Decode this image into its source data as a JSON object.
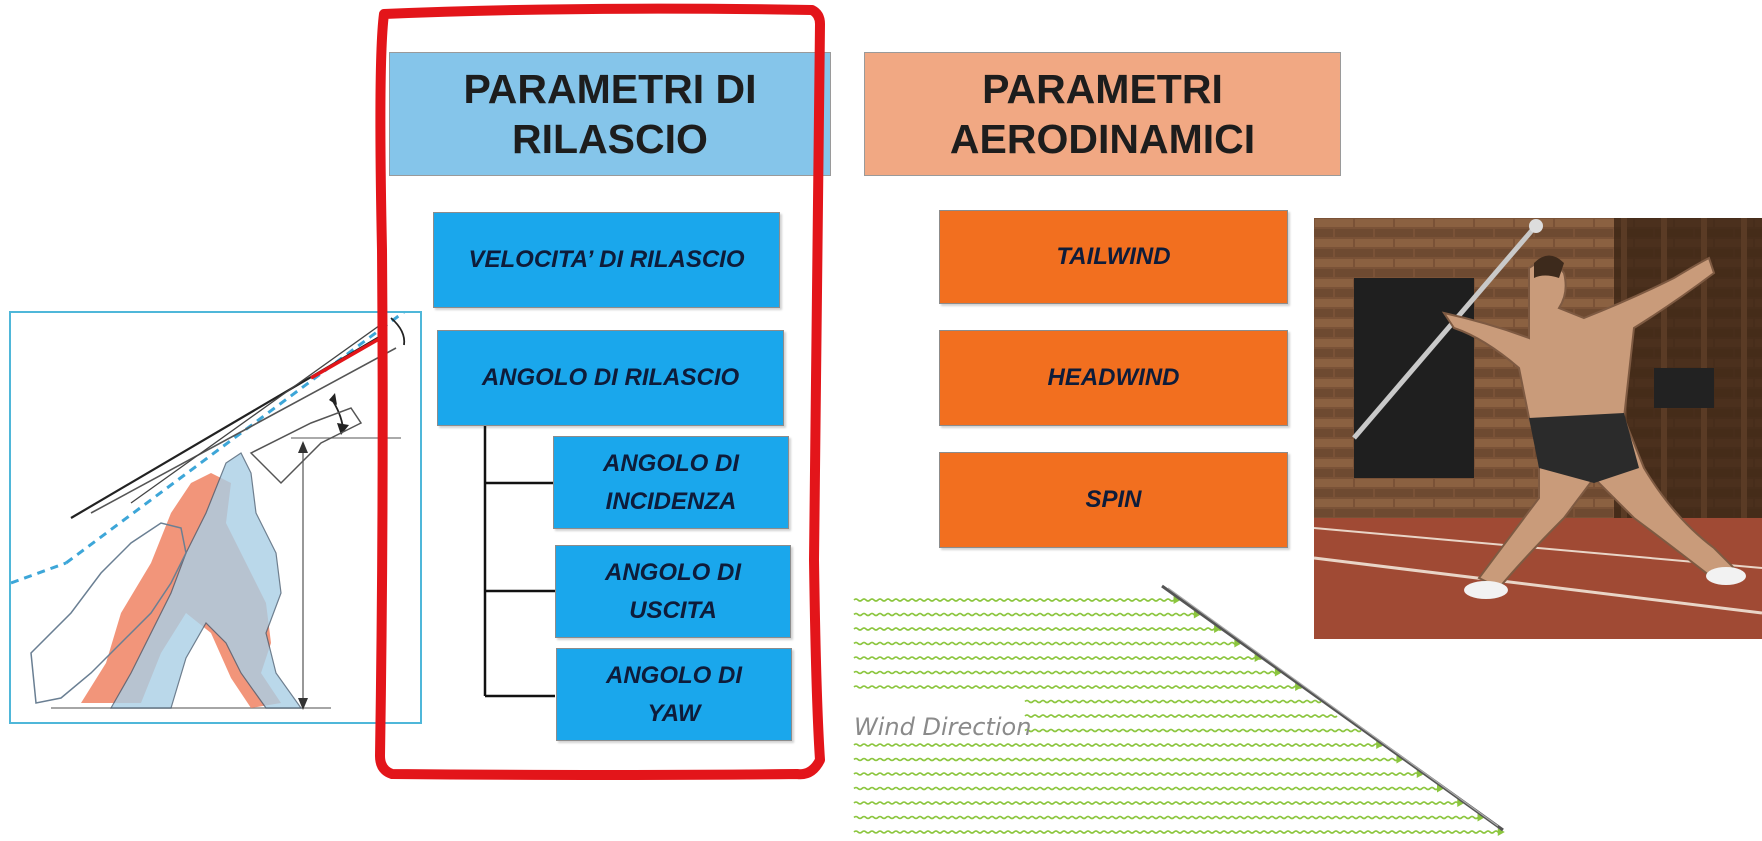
{
  "headers": {
    "release": "PARAMETRI DI\nRILASCIO",
    "aero": "PARAMETRI\nAERODINAMICI"
  },
  "release_params": {
    "velocity": "VELOCITA’ DI RILASCIO",
    "angle": "ANGOLO DI RILASCIO",
    "incidence": "ANGOLO DI\nINCIDENZA",
    "exit": "ANGOLO DI\nUSCITA",
    "yaw": "ANGOLO DI\nYAW"
  },
  "aero_params": {
    "tailwind": "TAILWIND",
    "headwind": "HEADWIND",
    "spin": "SPIN"
  },
  "wind_diagram": {
    "label": "Wind Direction"
  },
  "colors": {
    "release_header": "#85c5ea",
    "aero_header": "#f1a883",
    "release_box": "#1aa7ec",
    "aero_box": "#f26f1f",
    "highlight": "#e3151a",
    "wind_lines": "#8cc63f"
  }
}
